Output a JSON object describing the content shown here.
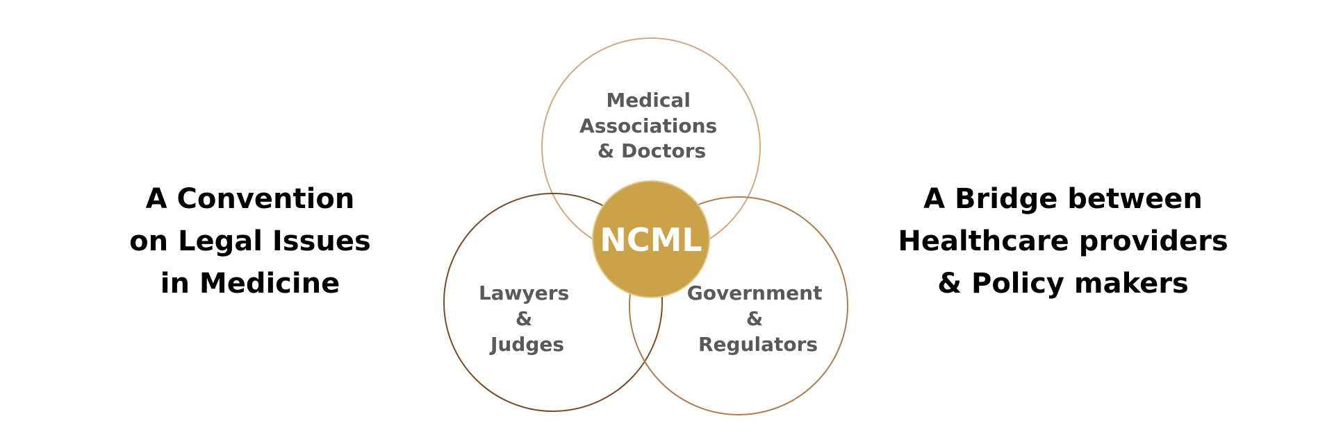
{
  "left_caption": {
    "lines": [
      "A Convention",
      "on Legal Issues",
      "in Medicine"
    ]
  },
  "right_caption": {
    "lines": [
      "A Bridge between",
      "Healthcare providers",
      "& Policy makers"
    ]
  },
  "venn": {
    "center": {
      "label": "NCML",
      "fill_color": "#c9a24a"
    },
    "circles": [
      {
        "id": "medical",
        "lines": [
          "Medical",
          "Associations",
          "& Doctors"
        ],
        "stroke_color": "#d2a882"
      },
      {
        "id": "lawyers",
        "lines": [
          "Lawyers",
          "&",
          "Judges"
        ],
        "stroke_color": "#7a4a25"
      },
      {
        "id": "government",
        "lines": [
          "Government",
          "&",
          "Regulators"
        ],
        "stroke_color": "#b07a4e"
      }
    ]
  }
}
